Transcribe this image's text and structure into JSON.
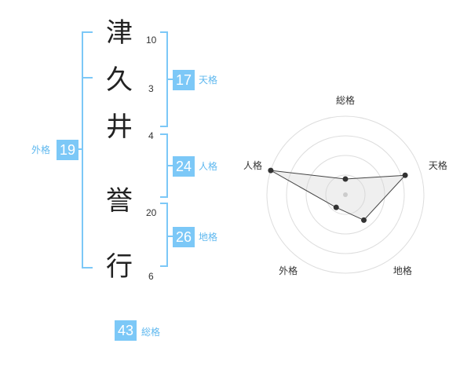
{
  "name": {
    "chars": [
      {
        "kanji": "津",
        "strokes": "10"
      },
      {
        "kanji": "久",
        "strokes": "3"
      },
      {
        "kanji": "井",
        "strokes": "4"
      },
      {
        "kanji": "誉",
        "strokes": "20"
      },
      {
        "kanji": "行",
        "strokes": "6"
      }
    ]
  },
  "scores": {
    "tenkaku": {
      "value": "17",
      "label": "天格"
    },
    "jinkaku": {
      "value": "24",
      "label": "人格"
    },
    "chikaku": {
      "value": "26",
      "label": "地格"
    },
    "gaikaku": {
      "value": "19",
      "label": "外格"
    },
    "soukaku": {
      "value": "43",
      "label": "総格"
    }
  },
  "colors": {
    "accent": "#7cc8f7",
    "accent_text": "#5fb8ef"
  },
  "chart_data": {
    "type": "radar",
    "axes": [
      "総格",
      "天格",
      "地格",
      "外格",
      "人格"
    ],
    "values": [
      0.2,
      0.8,
      0.4,
      0.2,
      1.0
    ],
    "range": [
      0,
      1
    ],
    "rings": 4
  }
}
